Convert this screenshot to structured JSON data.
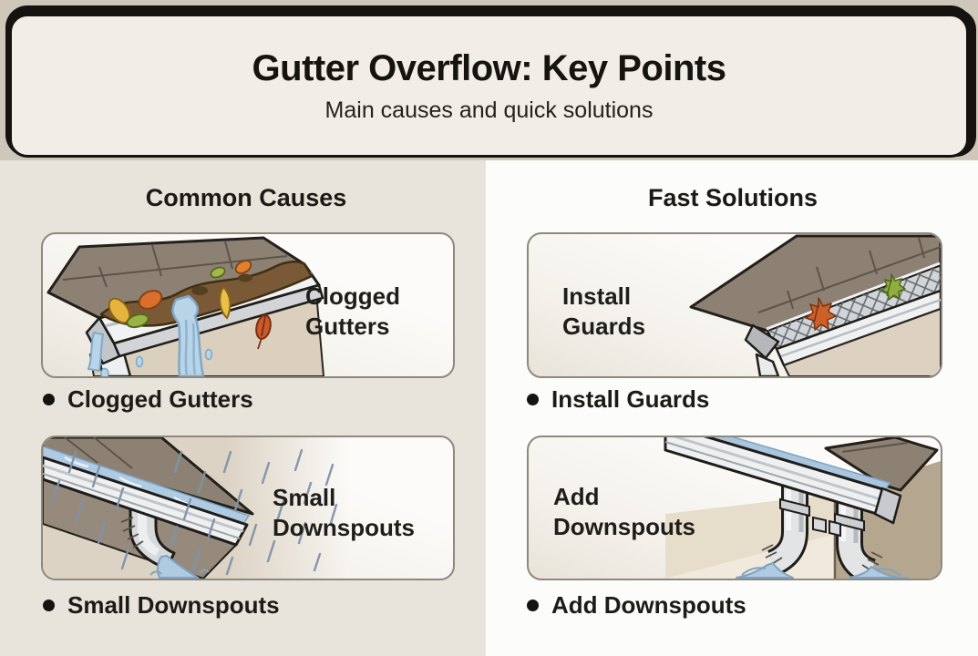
{
  "header": {
    "title": "Gutter Overflow: Key Points",
    "subtitle": "Main causes and quick solutions"
  },
  "columns": {
    "causes": {
      "heading": "Common Causes",
      "cards": [
        {
          "label": "Clogged Gutters",
          "bullet": "Clogged Gutters",
          "illustration": "clogged-gutter-with-leaves-and-overflowing-water"
        },
        {
          "label": "Small Downspouts",
          "bullet": "Small Downspouts",
          "illustration": "undersized-downspout-overflowing-in-rain"
        }
      ]
    },
    "solutions": {
      "heading": "Fast Solutions",
      "cards": [
        {
          "label": "Install Guards",
          "bullet": "Install Guards",
          "illustration": "gutter-with-mesh-guard-keeping-leaves-out"
        },
        {
          "label": "Add Downspouts",
          "bullet": "Add Downspouts",
          "illustration": "two-added-downspouts-draining-water"
        }
      ]
    }
  },
  "palette": {
    "top_band": "#cec7ba",
    "header_bg": "#f2eee7",
    "header_border": "#151310",
    "left_column_bg": "#e9e4db",
    "right_column_bg": "#fcfcfa",
    "card_border": "#8d897f",
    "text": "#1d1c18",
    "roof_taupe": "#8d8174",
    "gutter_white": "#eef0f1",
    "debris_brown": "#7a5a36",
    "water_blue": "#aecbe2",
    "leaf_orange": "#d96f2d",
    "leaf_yellow": "#e6b33e",
    "leaf_green": "#9ab344",
    "wall_beige": "#ddd2c1",
    "rain_blue_gray": "#7e94a9"
  }
}
